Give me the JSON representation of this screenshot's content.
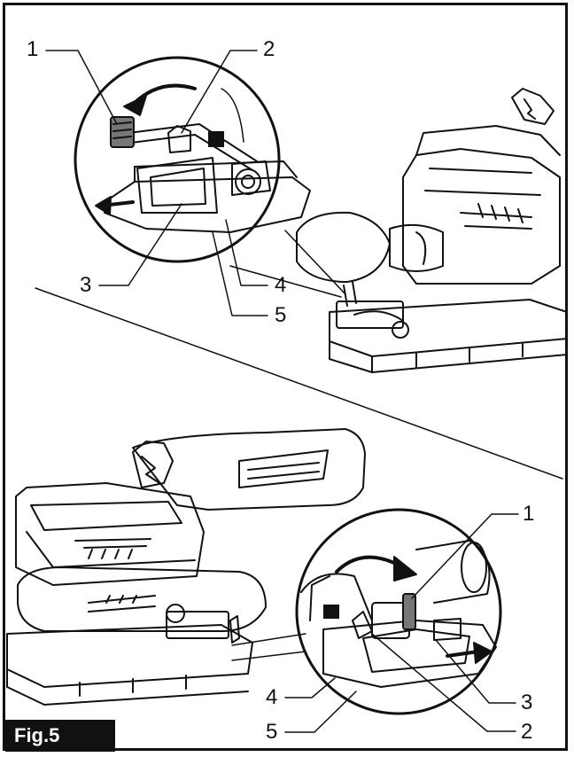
{
  "figure": {
    "label": "Fig.5",
    "top_callouts": [
      "1",
      "2",
      "3",
      "4",
      "5"
    ],
    "bottom_callouts": [
      "1",
      "2",
      "3",
      "4",
      "5"
    ]
  }
}
